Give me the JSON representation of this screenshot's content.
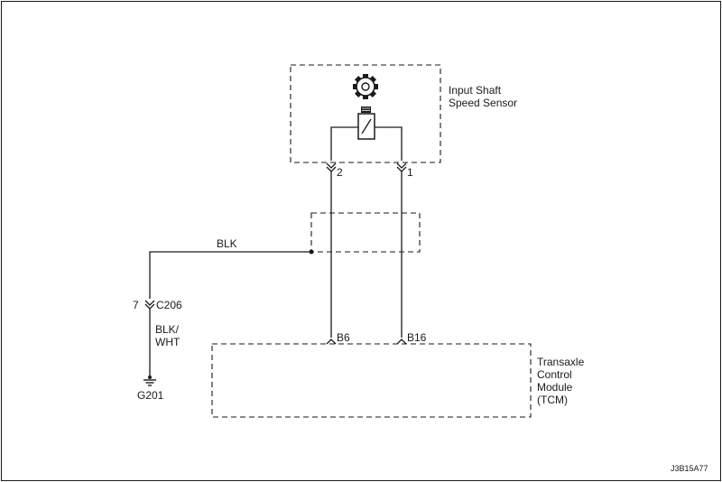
{
  "components": {
    "sensor": {
      "name_line1": "Input Shaft",
      "name_line2": "Speed Sensor"
    },
    "tcm": {
      "line1": "Transaxle",
      "line2": "Control",
      "line3": "Module",
      "line4": "(TCM)"
    }
  },
  "pins": {
    "sensor_pin_2": "2",
    "sensor_pin_1": "1",
    "tcm_pin_b6": "B6",
    "tcm_pin_b16": "B16"
  },
  "wires": {
    "blk": "BLK",
    "blk_wht_line1": "BLK/",
    "blk_wht_line2": "WHT"
  },
  "connectors": {
    "c206_pin": "7",
    "c206_name": "C206"
  },
  "ground": {
    "name": "G201"
  },
  "figure_id": "J3B15A77"
}
